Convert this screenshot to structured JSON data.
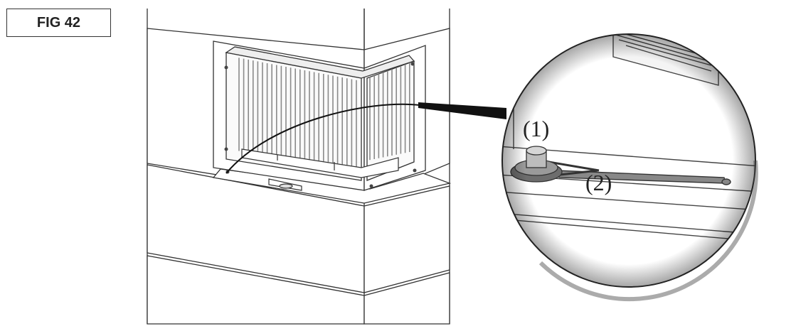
{
  "figure": {
    "label": "FIG 42"
  },
  "callouts": {
    "part_1": "(1)",
    "part_2": "(2)"
  },
  "colors": {
    "line": "#333333",
    "fill": "#ffffff",
    "fin": "#8a8a8a",
    "connector": "#111111"
  }
}
